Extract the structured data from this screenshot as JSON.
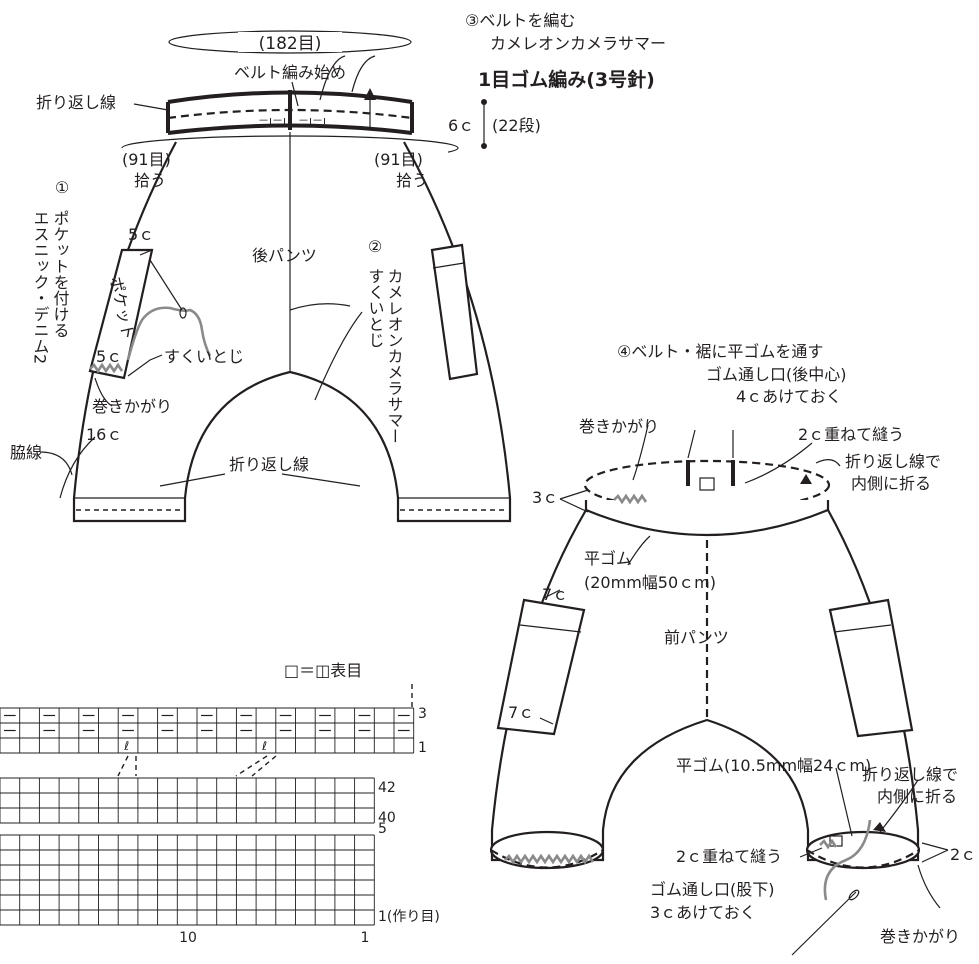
{
  "back_diagram": {
    "belt_width_label": "(182目)",
    "step3_title": "③ベルトを編む",
    "step3_yarn": "カメレオンカメラサマー",
    "belt_start_label": "ベルト編み始め",
    "belt_pattern_label": "1目ゴム編み(3号針)",
    "fold_line_label_top": "折り返し線",
    "belt_height_cm": "6ｃ",
    "belt_height_rows": "(22段)",
    "pick_left_count": "(91目)",
    "pick_left_label": "拾う",
    "pick_right_count": "(91目)",
    "pick_right_label": "拾う",
    "step1_num": "①",
    "step1_line1": "ポケットを付ける",
    "step1_line2": "エスニック・デニム2",
    "pocket_top_width": "5ｃ",
    "pocket_label": "ポケット",
    "pocket_side_width": "5ｃ",
    "whip_stitch_label": "巻きかがり",
    "slip_stitch_label": "すくいとじ",
    "side_line_label": "脇線",
    "side_length": "16ｃ",
    "back_pants_label": "後パンツ",
    "step2_num": "②",
    "step2_line1": "すくいとじ",
    "step2_line2": "カメレオンカメラサマー",
    "fold_line_label_bottom": "折り返し線"
  },
  "front_diagram": {
    "step4_title": "④ベルト・裾に平ゴムを通す",
    "elastic_opening_top": "ゴム通し口(後中心)",
    "elastic_opening_top_gap": "4ｃあけておく",
    "whip_stitch_label": "巻きかがり",
    "overlap_sew_top": "2ｃ重ねて縫う",
    "fold_inside_top_1": "折り返し線で",
    "fold_inside_top_2": "内側に折る",
    "belt_fold_width": "3ｃ",
    "waist_elastic_1": "平ゴム",
    "waist_elastic_2": "(20mm幅50ｃm)",
    "pocket_top_size": "7ｃ",
    "front_pants_label": "前パンツ",
    "pocket_side_size": "7ｃ",
    "leg_elastic": "平ゴム(10.5mm幅24ｃm)",
    "fold_inside_bottom_1": "折り返し線で",
    "fold_inside_bottom_2": "内側に折る",
    "overlap_sew_bottom": "2ｃ重ねて縫う",
    "hem_fold_width": "2ｃ",
    "elastic_opening_bottom": "ゴム通し口(股下)",
    "elastic_opening_bottom_gap": "3ｃあけておく",
    "whip_stitch_label_bottom": "巻きかがり"
  },
  "chart": {
    "legend": "□＝◫表目",
    "row_3": "3",
    "row_1_top": "1",
    "row_42": "42",
    "row_40": "40",
    "row_5": "5",
    "row_1_bottom": "1(作り目)",
    "col_10": "10",
    "col_1": "1"
  }
}
